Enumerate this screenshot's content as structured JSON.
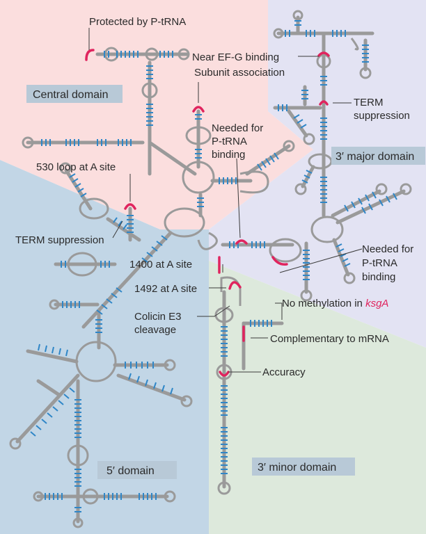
{
  "colors": {
    "central": "#fbdede",
    "major3": "#e3e3f3",
    "domain5": "#c2d6e6",
    "minor3": "#dde9dc",
    "domain_label_bg": "#b8c9d7",
    "rna_stroke": "#9a9a9a",
    "base_pair": "#2f86c7",
    "functional_site": "#e0245e"
  },
  "domains": {
    "central": "Central  domain",
    "major3": "3′ major domain",
    "domain5": "5′  domain",
    "minor3": "3′ minor domain"
  },
  "labels": {
    "protected": "Protected by P-tRNA",
    "efg": "Near EF-G binding",
    "subunit": "Subunit association",
    "term1_a": "TERM",
    "term1_b": "suppression",
    "needed1_a": "Needed for",
    "needed1_b": "P-tRNA",
    "needed1_c": "binding",
    "loop530": "530 loop at A site",
    "term2": "TERM suppression",
    "a1400": "1400 at A site",
    "a1492": "1492 at A site",
    "needed2_a": "Needed for",
    "needed2_b": "P-tRNA",
    "needed2_c": "binding",
    "colicin_a": "Colicin E3",
    "colicin_b": "cleavage",
    "ksga_text": "No methylation in ",
    "ksga_gene": "ksgA",
    "complementary": "Complementary to mRNA",
    "accuracy": "Accuracy"
  }
}
